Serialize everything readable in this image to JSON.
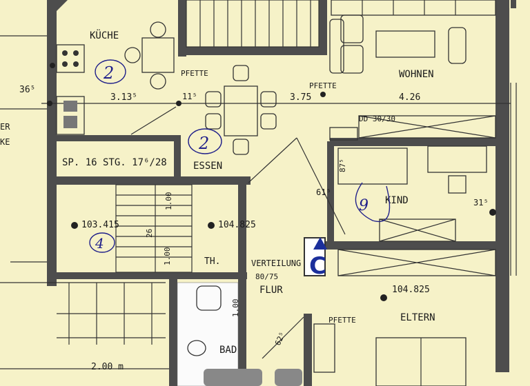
{
  "rooms": {
    "kueche": "KÜCHE",
    "essen": "ESSEN",
    "wohnen": "WOHNEN",
    "kind": "KIND",
    "eltern": "ELTERN",
    "flur": "FLUR",
    "bad": "BAD",
    "th": "TH.",
    "verteilung": "VERTEILUNG",
    "verteilung_size": "80/75"
  },
  "labels": {
    "pfette_1": "PFETTE",
    "pfette_2": "PFETTE",
    "pfette_3": "PFETTE",
    "dd": "DD 30/30",
    "stair": "SP.   16 STG. 17⁶/28",
    "ecke_1": "ER",
    "ecke_2": "KE",
    "scale": "2.00 m",
    "stair_w1": "1.00",
    "stair_w2": "1.00",
    "stair_d": "26",
    "wc": "1.00"
  },
  "dimensions": {
    "d_365": "36⁵",
    "d_3135": "3.13⁵",
    "d_115": "11⁵",
    "d_375": "3.75",
    "d_426": "4.26",
    "d_615": "61⁵",
    "d_315": "31⁵",
    "d_875": "87⁵",
    "d_625": "62⁵"
  },
  "levels": {
    "l1": "103.415",
    "l2": "104.825",
    "l3": "104.825"
  },
  "handwritten": {
    "h1": "2",
    "h2": "2",
    "h3": "9",
    "h4": "4",
    "h5": "C"
  },
  "colors": {
    "paper": "#f6f2c8",
    "wall": "#4d4d4d",
    "ink": "#20208a",
    "marker": "#1b2f9b"
  }
}
